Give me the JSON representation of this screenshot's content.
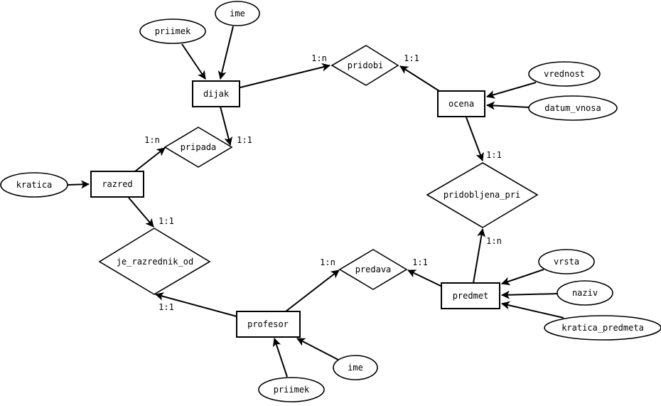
{
  "entities": {
    "dijak": "dijak",
    "ocena": "ocena",
    "razred": "razred",
    "predmet": "predmet",
    "profesor": "profesor"
  },
  "relationships": {
    "pridobi": "pridobi",
    "pripada": "pripada",
    "pridobljena_pri": "pridobljena_pri",
    "je_razrednik_od": "je_razrednik_od",
    "predava": "predava"
  },
  "attributes": {
    "dijak_ime": "ime",
    "dijak_priimek": "priimek",
    "ocena_vrednost": "vrednost",
    "ocena_datum_vnosa": "datum_vnosa",
    "razred_kratica": "kratica",
    "predmet_vrsta": "vrsta",
    "predmet_naziv": "naziv",
    "predmet_kratica_predmeta": "kratica_predmeta",
    "profesor_ime": "ime",
    "profesor_priimek": "priimek"
  },
  "cardinalities": {
    "pridobi_dijak": "1:n",
    "pridobi_ocena": "1:1",
    "pripada_razred": "1:n",
    "pripada_dijak": "1:1",
    "pridobljena_pri_ocena": "1:1",
    "pridobljena_pri_predmet": "1:n",
    "je_razrednik_od_razred": "1:1",
    "je_razrednik_od_profesor": "1:1",
    "predava_profesor": "1:n",
    "predava_predmet": "1:1"
  }
}
